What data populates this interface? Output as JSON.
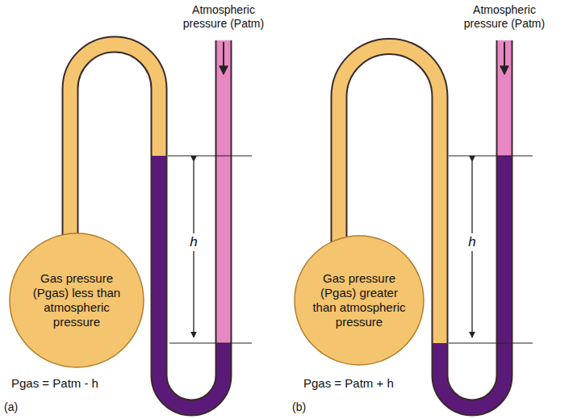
{
  "diagram": {
    "nodes": [
      {
        "text": [
          "Gas pressure (Pgas) less than atmospheric pressure"
        ]
      },
      {
        "text": [
          "Gas pressure (Pgas) greater than atmospheric pressure"
        ]
      }
    ],
    "labels": [
      "Atmospheric pressure (Patm)",
      "Atmospheric pressure (Patm)",
      "h",
      "h",
      "Pgas = Patm - h",
      "Pgas = Patm + h",
      "(a)",
      "(b)"
    ]
  }
}
